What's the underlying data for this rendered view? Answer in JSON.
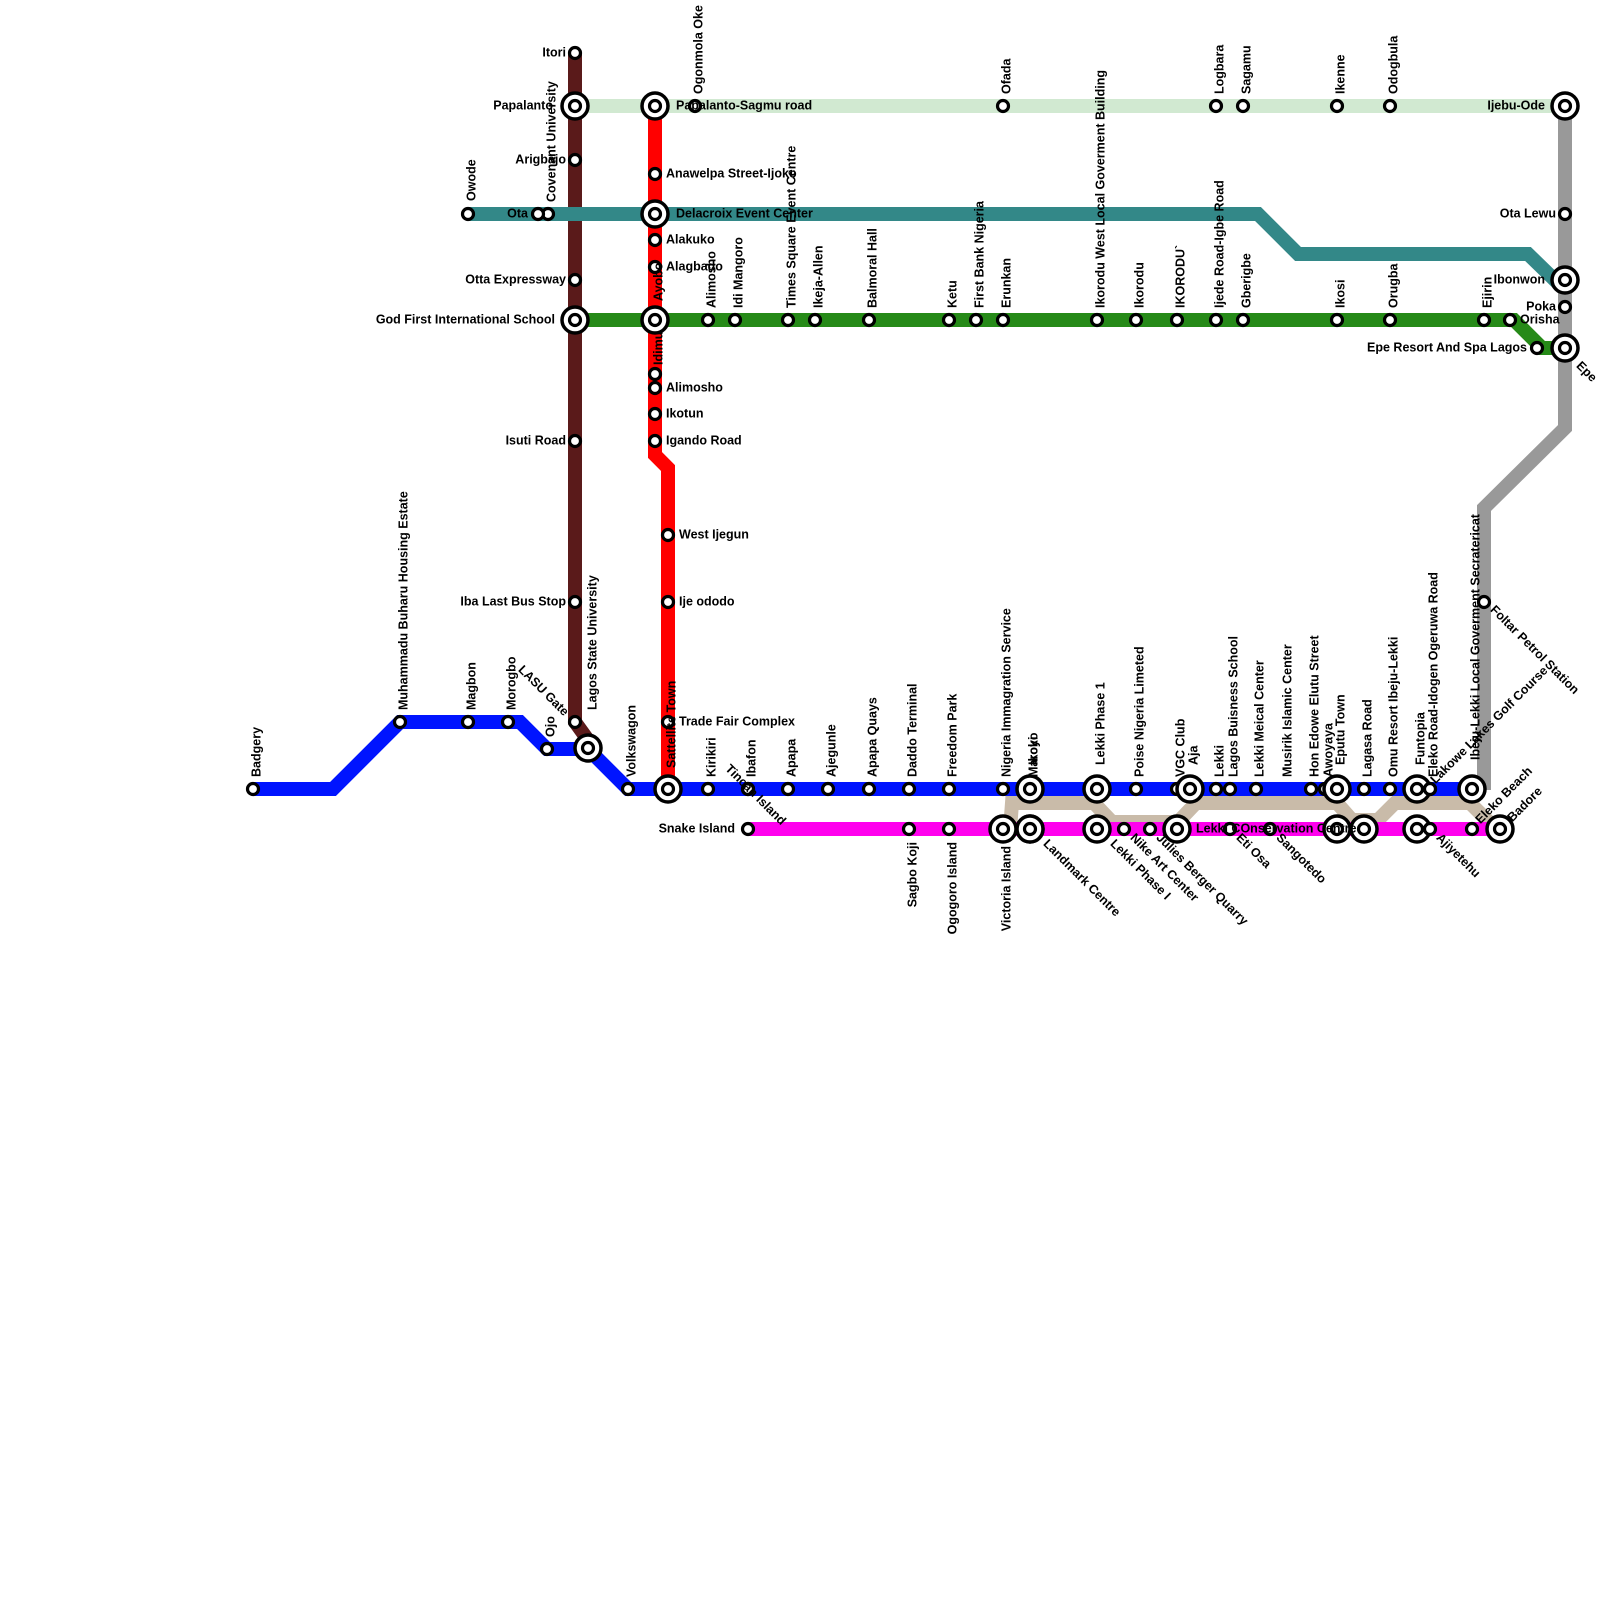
{
  "lines": [
    {
      "id": "brown",
      "color": "#5a1a1a"
    },
    {
      "id": "red",
      "color": "#ff0000"
    },
    {
      "id": "teal",
      "color": "#338888"
    },
    {
      "id": "green",
      "color": "#268a18"
    },
    {
      "id": "lightgreen",
      "color": "#d1e9d1"
    },
    {
      "id": "grey",
      "color": "#999999"
    },
    {
      "id": "tan",
      "color": "#c9bba9"
    },
    {
      "id": "blue",
      "color": "#0014ff"
    },
    {
      "id": "magenta",
      "color": "#ff00ee"
    }
  ],
  "stations": [
    {
      "name": "Itori"
    },
    {
      "name": "Papalanto"
    },
    {
      "name": "Arigbajo"
    },
    {
      "name": "Covenant University"
    },
    {
      "name": "Ota"
    },
    {
      "name": "Otta Expressway"
    },
    {
      "name": "God First International School"
    },
    {
      "name": "Isuti Road"
    },
    {
      "name": "Iba Last Bus Stop"
    },
    {
      "name": "LASU Gate"
    },
    {
      "name": "Lagos State University"
    },
    {
      "name": "Owode"
    },
    {
      "name": "Ogonmola Oke"
    },
    {
      "name": "Papalanto-Sagmu road"
    },
    {
      "name": "Anawelpa Street-Ijoko"
    },
    {
      "name": "Delacroix Event Center"
    },
    {
      "name": "Alakuko"
    },
    {
      "name": "Alagbado"
    },
    {
      "name": "Ayobo"
    },
    {
      "name": "Idimu"
    },
    {
      "name": "Alimosho"
    },
    {
      "name": "Ikotun"
    },
    {
      "name": "Igando Road"
    },
    {
      "name": "West Ijegun"
    },
    {
      "name": "Ije ododo"
    },
    {
      "name": "Trade Fair Complex"
    },
    {
      "name": "Sattellite Town"
    },
    {
      "name": "Alimosho"
    },
    {
      "name": "Idi Mangoro"
    },
    {
      "name": "Times Square Event Centre"
    },
    {
      "name": "Ikeja-Allen"
    },
    {
      "name": "Balmoral Hall"
    },
    {
      "name": "Ketu"
    },
    {
      "name": "First Bank Nigeria"
    },
    {
      "name": "Erunkan"
    },
    {
      "name": "Ikorodu West Local Goverment Building"
    },
    {
      "name": "Ikorodu"
    },
    {
      "name": "IKORODU`"
    },
    {
      "name": "Ijede Road-Igbe Road"
    },
    {
      "name": "Gberigbe"
    },
    {
      "name": "Ikosi"
    },
    {
      "name": "Orugba"
    },
    {
      "name": "Ejirin"
    },
    {
      "name": "Orisha"
    },
    {
      "name": "Epe Resort And Spa Lagos"
    },
    {
      "name": "Epe"
    },
    {
      "name": "Ofada"
    },
    {
      "name": "Logbara"
    },
    {
      "name": "Sagamu"
    },
    {
      "name": "Ikenne"
    },
    {
      "name": "Odogbula"
    },
    {
      "name": "Ijebu-Ode"
    },
    {
      "name": "Ota Lewu"
    },
    {
      "name": "Ibonwon"
    },
    {
      "name": "Poka"
    },
    {
      "name": "Badgery"
    },
    {
      "name": "Muhammadu Buharu Housing Estate"
    },
    {
      "name": "Magbon"
    },
    {
      "name": "Morogbo"
    },
    {
      "name": "Ojo"
    },
    {
      "name": "Volkswagon"
    },
    {
      "name": "Kirikiri"
    },
    {
      "name": "Tincan Island"
    },
    {
      "name": "Ibafon"
    },
    {
      "name": "Apapa"
    },
    {
      "name": "Ajegunle"
    },
    {
      "name": "Apapa Quays"
    },
    {
      "name": "Daddo Terminal"
    },
    {
      "name": "Freedom Park"
    },
    {
      "name": "Nigeria Immagration Service"
    },
    {
      "name": "Ikoyi"
    },
    {
      "name": "Lekki Phase 1"
    },
    {
      "name": "Poise Nigeria Limeted"
    },
    {
      "name": "VGC Club"
    },
    {
      "name": "Aja"
    },
    {
      "name": "Lekki"
    },
    {
      "name": "Lagos Buisness School"
    },
    {
      "name": "Lekki Meical Center"
    },
    {
      "name": "Musirik Islamic Center"
    },
    {
      "name": "Hon Edowe Elutu Street"
    },
    {
      "name": "Awoyaya"
    },
    {
      "name": "Eputu Town"
    },
    {
      "name": "Lagasa Road"
    },
    {
      "name": "Omu Resort Ibeju-Lekki"
    },
    {
      "name": "Funtopia"
    },
    {
      "name": "Eleko Road-Idogen Ogeruwa Road"
    },
    {
      "name": "Lakowe Lakes Golf Course"
    },
    {
      "name": "Ibeju-Lekki Local Goverment Secratericat"
    },
    {
      "name": "Foltar Petrol Station"
    },
    {
      "name": "Snake Island"
    },
    {
      "name": "Sagbo Koji"
    },
    {
      "name": "Ogogoro Island"
    },
    {
      "name": "Victoria Island"
    },
    {
      "name": "Maroko"
    },
    {
      "name": "Landmark Centre"
    },
    {
      "name": "Lekki Phase I"
    },
    {
      "name": "Nike Art Center"
    },
    {
      "name": "Julies Berger Quarry"
    },
    {
      "name": "Lekki COnservation Centre"
    },
    {
      "name": "Eti Osa"
    },
    {
      "name": "Sangotedo"
    },
    {
      "name": "Ajiyetehu"
    },
    {
      "name": "Eleko Beach"
    },
    {
      "name": "Badore"
    }
  ]
}
